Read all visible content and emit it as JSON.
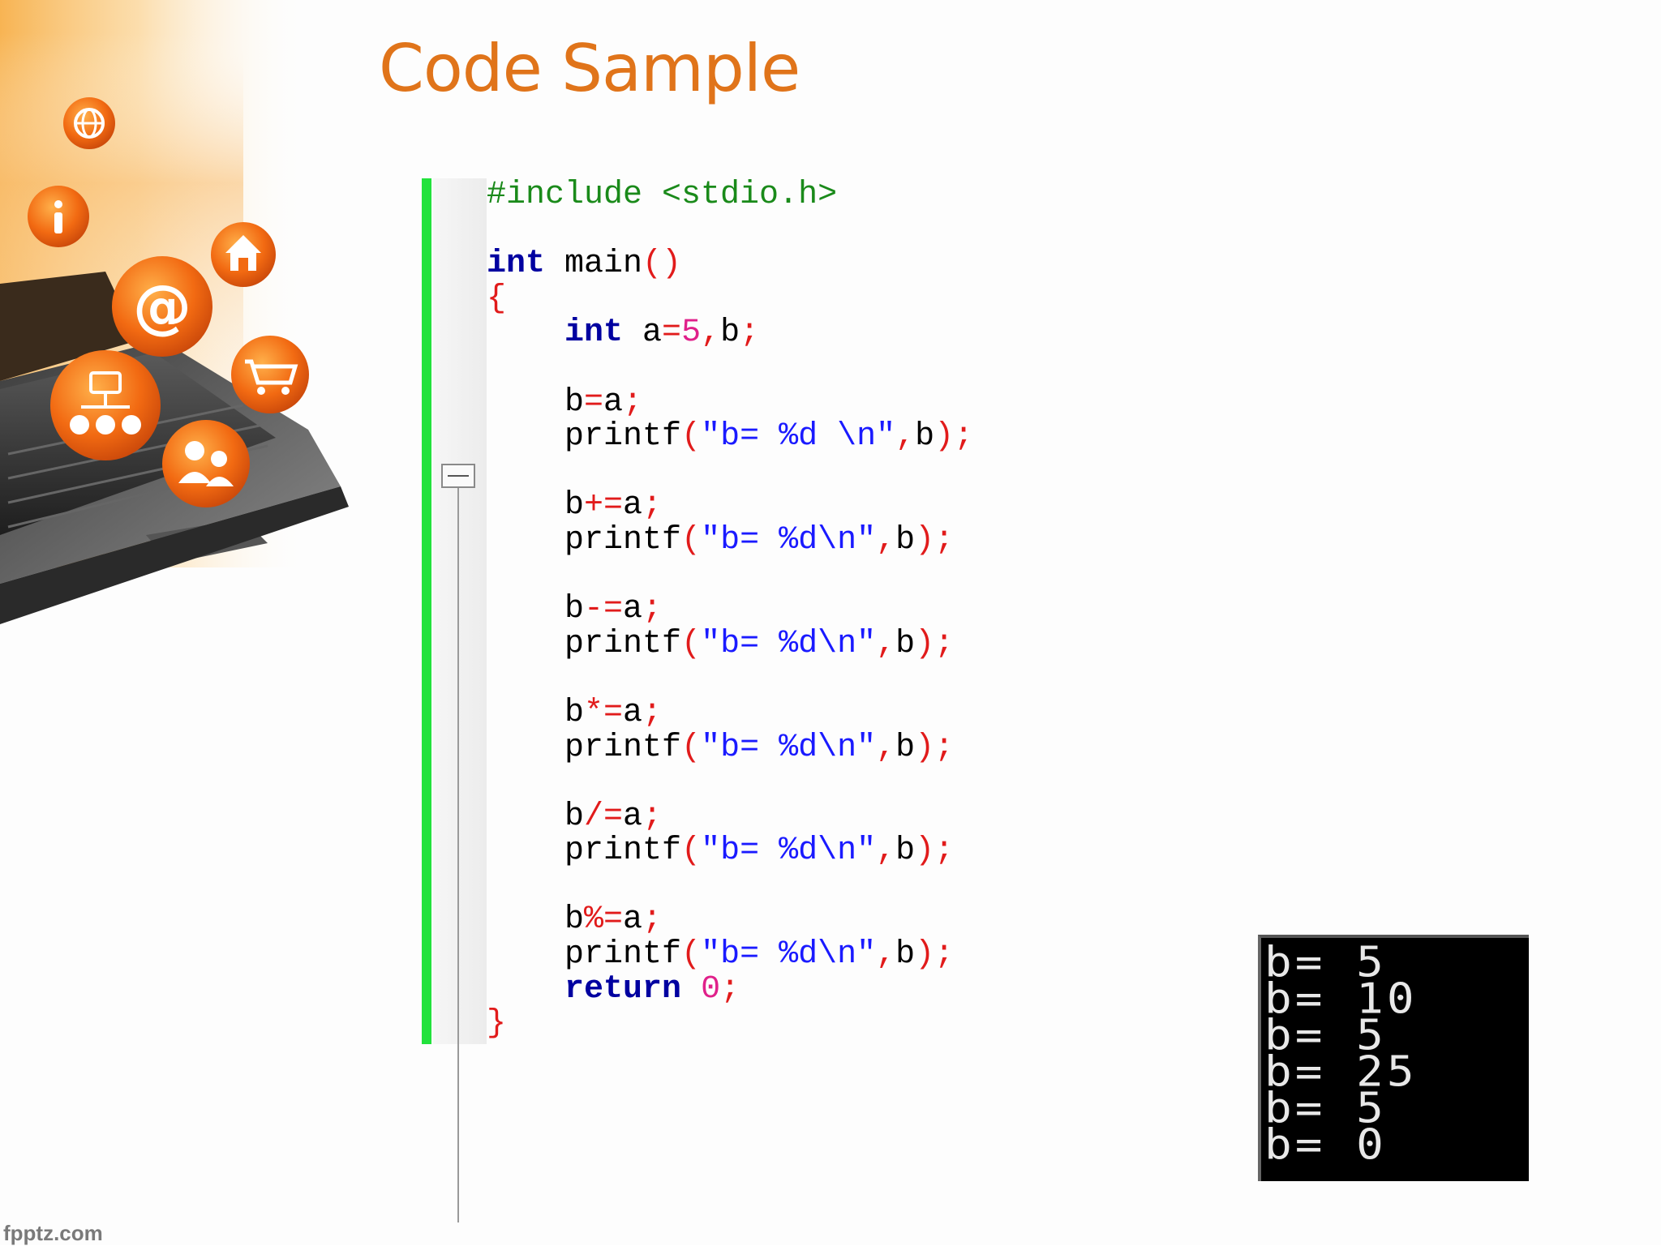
{
  "slide": {
    "title": "Code Sample",
    "footer": "fpptz.com"
  },
  "editor": {
    "lines": [
      [
        {
          "t": "#include <stdio.h>",
          "c": "pp"
        }
      ],
      [],
      [
        {
          "t": "int",
          "c": "kw"
        },
        {
          "t": " main",
          "c": "plain"
        },
        {
          "t": "()",
          "c": "op"
        }
      ],
      [
        {
          "t": "{",
          "c": "op"
        }
      ],
      [
        {
          "t": "    ",
          "c": "plain"
        },
        {
          "t": "int",
          "c": "kw"
        },
        {
          "t": " a",
          "c": "plain"
        },
        {
          "t": "=",
          "c": "op"
        },
        {
          "t": "5",
          "c": "num"
        },
        {
          "t": ",",
          "c": "op"
        },
        {
          "t": "b",
          "c": "plain"
        },
        {
          "t": ";",
          "c": "op"
        }
      ],
      [],
      [
        {
          "t": "    b",
          "c": "plain"
        },
        {
          "t": "=",
          "c": "op"
        },
        {
          "t": "a",
          "c": "plain"
        },
        {
          "t": ";",
          "c": "op"
        }
      ],
      [
        {
          "t": "    printf",
          "c": "plain"
        },
        {
          "t": "(",
          "c": "op"
        },
        {
          "t": "\"b= %d \\n\"",
          "c": "str"
        },
        {
          "t": ",",
          "c": "op"
        },
        {
          "t": "b",
          "c": "plain"
        },
        {
          "t": ");",
          "c": "op"
        }
      ],
      [],
      [
        {
          "t": "    b",
          "c": "plain"
        },
        {
          "t": "+=",
          "c": "op"
        },
        {
          "t": "a",
          "c": "plain"
        },
        {
          "t": ";",
          "c": "op"
        }
      ],
      [
        {
          "t": "    printf",
          "c": "plain"
        },
        {
          "t": "(",
          "c": "op"
        },
        {
          "t": "\"b= %d\\n\"",
          "c": "str"
        },
        {
          "t": ",",
          "c": "op"
        },
        {
          "t": "b",
          "c": "plain"
        },
        {
          "t": ");",
          "c": "op"
        }
      ],
      [],
      [
        {
          "t": "    b",
          "c": "plain"
        },
        {
          "t": "-=",
          "c": "op"
        },
        {
          "t": "a",
          "c": "plain"
        },
        {
          "t": ";",
          "c": "op"
        }
      ],
      [
        {
          "t": "    printf",
          "c": "plain"
        },
        {
          "t": "(",
          "c": "op"
        },
        {
          "t": "\"b= %d\\n\"",
          "c": "str"
        },
        {
          "t": ",",
          "c": "op"
        },
        {
          "t": "b",
          "c": "plain"
        },
        {
          "t": ");",
          "c": "op"
        }
      ],
      [],
      [
        {
          "t": "    b",
          "c": "plain"
        },
        {
          "t": "*=",
          "c": "op"
        },
        {
          "t": "a",
          "c": "plain"
        },
        {
          "t": ";",
          "c": "op"
        }
      ],
      [
        {
          "t": "    printf",
          "c": "plain"
        },
        {
          "t": "(",
          "c": "op"
        },
        {
          "t": "\"b= %d\\n\"",
          "c": "str"
        },
        {
          "t": ",",
          "c": "op"
        },
        {
          "t": "b",
          "c": "plain"
        },
        {
          "t": ");",
          "c": "op"
        }
      ],
      [],
      [
        {
          "t": "    b",
          "c": "plain"
        },
        {
          "t": "/=",
          "c": "op"
        },
        {
          "t": "a",
          "c": "plain"
        },
        {
          "t": ";",
          "c": "op"
        }
      ],
      [
        {
          "t": "    printf",
          "c": "plain"
        },
        {
          "t": "(",
          "c": "op"
        },
        {
          "t": "\"b= %d\\n\"",
          "c": "str"
        },
        {
          "t": ",",
          "c": "op"
        },
        {
          "t": "b",
          "c": "plain"
        },
        {
          "t": ");",
          "c": "op"
        }
      ],
      [],
      [
        {
          "t": "    b",
          "c": "plain"
        },
        {
          "t": "%=",
          "c": "op"
        },
        {
          "t": "a",
          "c": "plain"
        },
        {
          "t": ";",
          "c": "op"
        }
      ],
      [
        {
          "t": "    printf",
          "c": "plain"
        },
        {
          "t": "(",
          "c": "op"
        },
        {
          "t": "\"b= %d\\n\"",
          "c": "str"
        },
        {
          "t": ",",
          "c": "op"
        },
        {
          "t": "b",
          "c": "plain"
        },
        {
          "t": ");",
          "c": "op"
        }
      ],
      [
        {
          "t": "    ",
          "c": "plain"
        },
        {
          "t": "return",
          "c": "kw"
        },
        {
          "t": " ",
          "c": "plain"
        },
        {
          "t": "0",
          "c": "num"
        },
        {
          "t": ";",
          "c": "op"
        }
      ],
      [
        {
          "t": "}",
          "c": "op"
        }
      ]
    ]
  },
  "console": {
    "lines": [
      "b= 5",
      "b= 10",
      "b= 5",
      "b= 25",
      "b= 5",
      "b= 0"
    ]
  },
  "colors": {
    "title": "#e0741a",
    "accent_orange": "#f07a1c",
    "editor_marker": "#22e23c",
    "keyword": "#0000a0",
    "preprocessor": "#1a8a1a",
    "operator": "#e11b1b",
    "number": "#e0208a",
    "string": "#1a1aff"
  },
  "decoration": {
    "icons": [
      "globe-icon",
      "info-icon",
      "home-icon",
      "at-sign-icon",
      "shopping-cart-icon",
      "network-icon",
      "users-icon",
      "laptop-icon"
    ]
  }
}
